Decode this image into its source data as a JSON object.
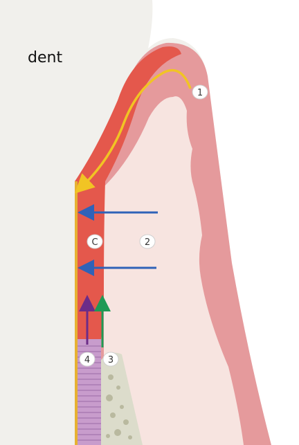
{
  "diagram": {
    "title": "dent",
    "labels": {
      "one": "1",
      "two": "2",
      "three": "3",
      "four": "4",
      "c": "C"
    },
    "colors": {
      "tooth": "#f1f0ec",
      "gingiva_outer": "#e59a9c",
      "gingiva_inner": "#f7e4e0",
      "epithelium": "#e4584c",
      "enamel_line": "#e6b133",
      "arrow_yellow": "#f1c424",
      "arrow_blue": "#2f62b8",
      "arrow_purple": "#6c2c88",
      "arrow_green": "#1f9a55",
      "ligament": "#c89ccc",
      "bone": "#dcdccb"
    }
  }
}
